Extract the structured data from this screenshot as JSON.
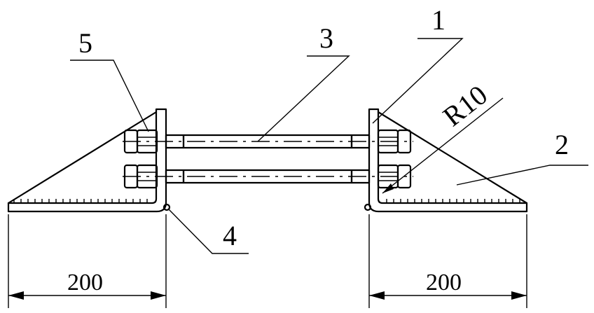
{
  "callouts": {
    "c1": "1",
    "c2": "2",
    "c3": "3",
    "c4": "4",
    "c5": "5",
    "radius": "R10"
  },
  "dimensions": {
    "left_width": "200",
    "right_width": "200"
  }
}
